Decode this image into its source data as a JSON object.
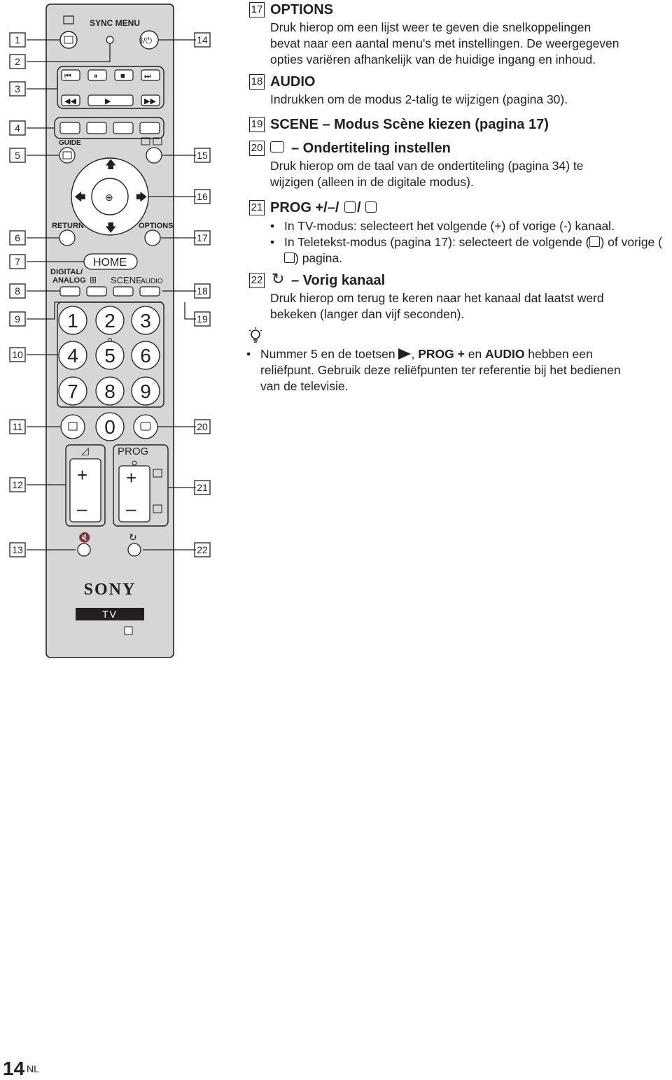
{
  "remote": {
    "labels": {
      "sync_menu": "SYNC MENU",
      "guide": "GUIDE",
      "return": "RETURN",
      "options": "OPTIONS",
      "home": "HOME",
      "digital_analog_1": "DIGITAL/",
      "digital_analog_2": "ANALOG",
      "scene": "SCENE",
      "audio": "AUDIO",
      "prog": "PROG",
      "brand": "SONY",
      "tv": "TV"
    },
    "number_keys": [
      "1",
      "2",
      "3",
      "4",
      "5",
      "6",
      "7",
      "8",
      "9",
      "0"
    ],
    "callouts_left": [
      "1",
      "2",
      "3",
      "4",
      "5",
      "6",
      "7",
      "8",
      "9",
      "10",
      "11",
      "12",
      "13"
    ],
    "callouts_right": [
      "14",
      "15",
      "16",
      "17",
      "18",
      "19",
      "20",
      "21",
      "22"
    ]
  },
  "sections": [
    {
      "num": "17",
      "title": "OPTIONS",
      "body": [
        "Druk hierop om een lijst weer te geven die snelkoppelingen",
        "bevat naar een aantal menu's met instellingen. De weergegeven",
        "opties variëren afhankelijk van de huidige ingang en inhoud."
      ]
    },
    {
      "num": "18",
      "title": "AUDIO",
      "body": [
        "Indrukken om de modus 2-talig te wijzigen (pagina 30)."
      ]
    },
    {
      "num": "19",
      "title": "SCENE – Modus Scène kiezen (pagina 17)",
      "body": []
    },
    {
      "num": "20",
      "title": "– Ondertiteling instellen",
      "body": [
        "Druk hierop om de taal van de ondertiteling (pagina 34) te",
        "wijzigen (alleen in de digitale modus)."
      ]
    },
    {
      "num": "21",
      "title": "PROG +/–/",
      "bullets": [
        "In TV-modus: selecteert het volgende (+) of vorige (-) kanaal.",
        "In Teletekst-modus (pagina 17): selecteert de volgende (",
        ") of vorige (",
        ") pagina."
      ]
    },
    {
      "num": "22",
      "title": "– Vorig kanaal",
      "body": [
        "Druk hierop om terug te keren naar het kanaal dat laatst werd",
        "bekeken (langer dan vijf seconden)."
      ]
    }
  ],
  "tip": {
    "line1_a": "Nummer 5 en de toetsen",
    "line1_b": ", ",
    "line1_c": "PROG +",
    "line1_d": " en ",
    "line1_e": "AUDIO",
    "line1_f": " hebben een",
    "line2": "reliëfpunt. Gebruik deze reliëfpunten ter referentie bij het bedienen",
    "line3": "van de televisie."
  },
  "footer": {
    "page": "14",
    "lang": "NL"
  }
}
